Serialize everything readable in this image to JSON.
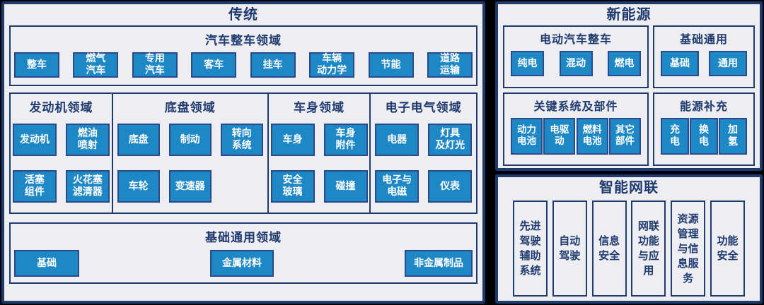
{
  "colors": {
    "page_background": "#000000",
    "panel_fill": "#EDEDF2",
    "navy": "#1E3A6E",
    "box_blue": "#1E87C5",
    "box_border": "#2B4A8C",
    "box_text": "#FFFFFF"
  },
  "traditional": {
    "title": "传统",
    "vehicle_section": {
      "title": "汽车整车领域",
      "items": [
        "整车",
        "燃气\n汽车",
        "专用\n汽车",
        "客车",
        "挂车",
        "车辆\n动力学",
        "节能",
        "道路\n运输"
      ]
    },
    "engine_section": {
      "title": "发动机领域",
      "items": [
        "发动机",
        "燃油\n喷射",
        "活塞\n组件",
        "火花塞\n滤清器"
      ]
    },
    "chassis_section": {
      "title": "底盘领域",
      "items": [
        "底盘",
        "制动",
        "转向\n系统",
        "车轮",
        "变速器"
      ]
    },
    "body_section": {
      "title": "车身领域",
      "items": [
        "车身",
        "车身\n附件",
        "安全\n玻璃",
        "碰撞"
      ]
    },
    "electrical_section": {
      "title": "电子电气领域",
      "items": [
        "电器",
        "灯具\n及灯光",
        "电子与\n电磁",
        "仪表"
      ]
    },
    "base_section": {
      "title": "基础通用领域",
      "items": [
        "基础",
        "金属材料",
        "非金属制品"
      ]
    }
  },
  "new_energy": {
    "title": "新能源",
    "ev_section": {
      "title": "电动汽车整车",
      "items": [
        "纯电",
        "混动",
        "燃电"
      ]
    },
    "general_section": {
      "title": "基础通用",
      "items": [
        "基础",
        "通用"
      ]
    },
    "components_section": {
      "title": "关键系统及部件",
      "items": [
        "动力\n电池",
        "电驱\n动",
        "燃料\n电池",
        "其它\n部件"
      ]
    },
    "energy_supply_section": {
      "title": "能源补充",
      "items": [
        "充\n电",
        "换\n电",
        "加\n氢"
      ]
    }
  },
  "intelligent": {
    "title": "智能网联",
    "items": [
      "先进\n驾驶\n辅助\n系统",
      "自动\n驾驶",
      "信息\n安全",
      "网联\n功能\n与应\n用",
      "资源\n管理\n与信\n息服\n务",
      "功能\n安全"
    ]
  }
}
